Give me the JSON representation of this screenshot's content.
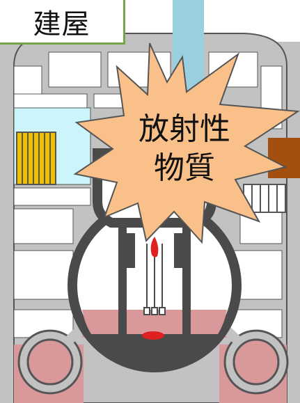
{
  "labels": {
    "building": "建屋",
    "burst_line1": "放射性",
    "burst_line2": "物質"
  },
  "colors": {
    "wall_gray": "#c2c2c2",
    "wall_stroke": "#555555",
    "vessel_dark": "#4a4a4a",
    "water_pink": "#d9999b",
    "sky_cyan": "#ccf5fb",
    "fuel_yellow": "#f2c200",
    "pipe_brown": "#a34f10",
    "pipe_blue": "#9acfe0",
    "burst_fill": "#f9c08a",
    "label_border": "#78a548",
    "leak_red": "#e02020"
  },
  "icons": [
    "explosion-burst-icon",
    "fuel-pool-icon",
    "control-rod-icon"
  ]
}
